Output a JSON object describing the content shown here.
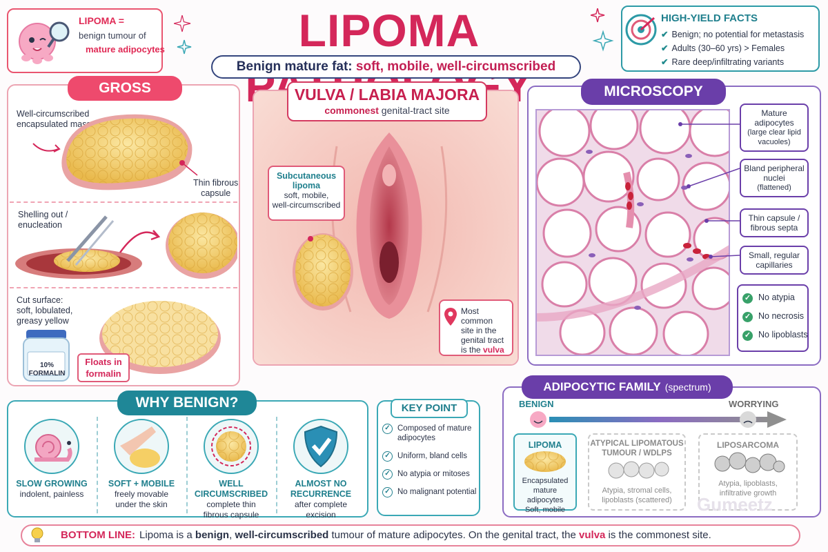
{
  "header": {
    "intro": {
      "line1": "LIPOMA =",
      "line2": "benign tumour of",
      "line3": "mature adipocytes"
    },
    "title": "LIPOMA PATHOLOGY",
    "subtitle": {
      "plain": "Benign mature fat: ",
      "accent": "soft, mobile, well-circumscribed"
    },
    "facts": {
      "title": "HIGH-YIELD FACTS",
      "items": [
        "Benign; no potential for metastasis",
        "Adults (30–60 yrs) > Females",
        "Rare deep/infiltrating variants"
      ]
    }
  },
  "gross": {
    "header": "GROSS",
    "encapsulated": [
      "Well-circumscribed",
      "encapsulated mass"
    ],
    "capsule": [
      "Thin fibrous",
      "capsule"
    ],
    "shelling": [
      "Shelling out /",
      "enucleation"
    ],
    "cut_surface": [
      "Cut surface:",
      "soft, lobulated,",
      "greasy yellow"
    ],
    "jar_label": [
      "10%",
      "FORMALIN"
    ],
    "floats": [
      "Floats in",
      "formalin"
    ]
  },
  "vulva": {
    "title": "VULVA / LABIA MAJORA",
    "sub_bold": "commonest",
    "sub_rest": " genital-tract site",
    "subcut": {
      "title": [
        "Subcutaneous",
        "lipoma"
      ],
      "desc": [
        "soft, mobile,",
        "well-circumscribed"
      ]
    },
    "site": {
      "lines": [
        "Most common",
        "site in the",
        "genital tract",
        "is the "
      ],
      "accent": "vulva"
    }
  },
  "microscopy": {
    "header": "MICROSCOPY",
    "labels": [
      {
        "main": [
          "Mature",
          "adipocytes"
        ],
        "sub": [
          "(large clear lipid",
          "vacuoles)"
        ]
      },
      {
        "main": [
          "Bland peripheral",
          "nuclei"
        ],
        "sub": [
          "(flattened)"
        ]
      },
      {
        "main": [
          "Thin capsule /",
          "fibrous septa"
        ],
        "sub": []
      },
      {
        "main": [
          "Small, regular",
          "capillaries"
        ],
        "sub": []
      }
    ],
    "checks": [
      "No atypia",
      "No necrosis",
      "No lipoblasts"
    ]
  },
  "why": {
    "header": "WHY BENIGN?",
    "items": [
      {
        "title": "SLOW GROWING",
        "desc": [
          "indolent, painless"
        ]
      },
      {
        "title": "SOFT + MOBILE",
        "desc": [
          "freely movable",
          "under the skin"
        ]
      },
      {
        "title": "WELL CIRCUMSCRIBED",
        "desc": [
          "complete thin",
          "fibrous capsule"
        ]
      },
      {
        "title": "ALMOST NO RECURRENCE",
        "desc": [
          "after complete",
          "excision"
        ]
      }
    ]
  },
  "key_point": {
    "header": "KEY POINT",
    "items": [
      [
        "Composed of mature",
        "adipocytes"
      ],
      [
        "Uniform, bland cells"
      ],
      [
        "No atypia or mitoses"
      ],
      [
        "No malignant potential"
      ]
    ]
  },
  "family": {
    "header": "ADIPOCYTIC FAMILY",
    "header_note": "(spectrum)",
    "benign": "BENIGN",
    "worrying": "WORRYING",
    "boxes": [
      {
        "title": "LIPOMA",
        "desc": [
          "Encapsulated",
          "mature adipocytes",
          "Soft, mobile"
        ]
      },
      {
        "title": "ATYPICAL LIPOMATOUS\nTUMOUR / WDLPS",
        "desc": [
          "Atypia, stromal cells,",
          "lipoblasts (scattered)"
        ]
      },
      {
        "title": "LIPOSARCOMA",
        "desc": [
          "Atypia, lipoblasts,",
          "infiltrative growth"
        ]
      }
    ]
  },
  "bottom": {
    "lead": "BOTTOM LINE:",
    "parts": [
      "Lipoma is a ",
      "benign",
      ", ",
      "well-circumscribed",
      " tumour of mature adipocytes.   On the genital tract, the ",
      "vulva",
      " is the commonest site."
    ]
  },
  "watermark": "Gumeetz",
  "colors": {
    "primary": "#d4275a",
    "teal": "#1f7f8d",
    "purple": "#6a3ea9",
    "fat": "#f5d36e"
  }
}
